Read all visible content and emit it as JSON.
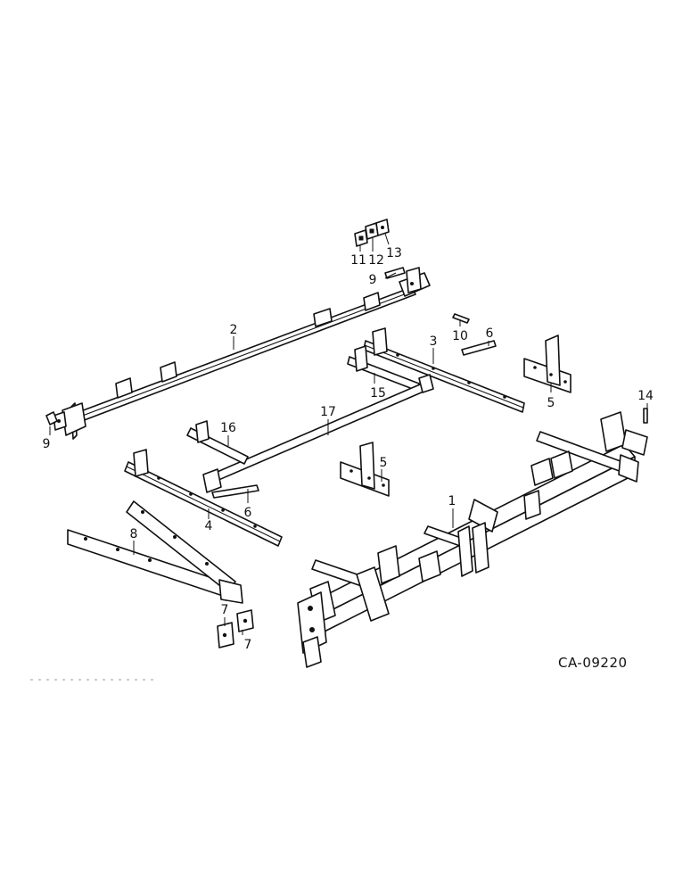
{
  "diagram": {
    "drawing_id": "CA-09220",
    "callouts": [
      {
        "id": "c1",
        "label": "1"
      },
      {
        "id": "c2",
        "label": "2"
      },
      {
        "id": "c3",
        "label": "3"
      },
      {
        "id": "c4",
        "label": "4"
      },
      {
        "id": "c5a",
        "label": "5"
      },
      {
        "id": "c5b",
        "label": "5"
      },
      {
        "id": "c6a",
        "label": "6"
      },
      {
        "id": "c6b",
        "label": "6"
      },
      {
        "id": "c7a",
        "label": "7"
      },
      {
        "id": "c7b",
        "label": "7"
      },
      {
        "id": "c8",
        "label": "8"
      },
      {
        "id": "c9a",
        "label": "9"
      },
      {
        "id": "c9b",
        "label": "9"
      },
      {
        "id": "c10",
        "label": "10"
      },
      {
        "id": "c11",
        "label": "11"
      },
      {
        "id": "c12",
        "label": "12"
      },
      {
        "id": "c13",
        "label": "13"
      },
      {
        "id": "c14",
        "label": "14"
      },
      {
        "id": "c15",
        "label": "15"
      },
      {
        "id": "c16",
        "label": "16"
      },
      {
        "id": "c17",
        "label": "17"
      }
    ]
  }
}
